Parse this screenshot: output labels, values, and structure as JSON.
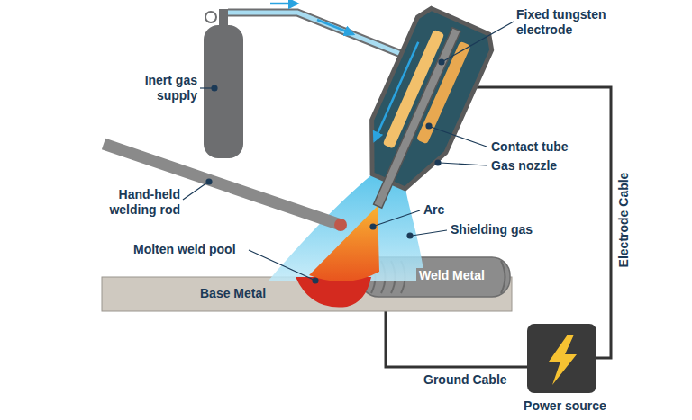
{
  "diagram": {
    "labels": [
      "Inert gas supply",
      "Fixed tungsten electrode",
      "Contact tube",
      "Gas nozzle",
      "Hand-held welding rod",
      "Arc",
      "Shielding gas",
      "Molten weld pool",
      "Base Metal",
      "Weld Metal",
      "Electrode Cable",
      "Ground Cable",
      "Power source"
    ]
  }
}
